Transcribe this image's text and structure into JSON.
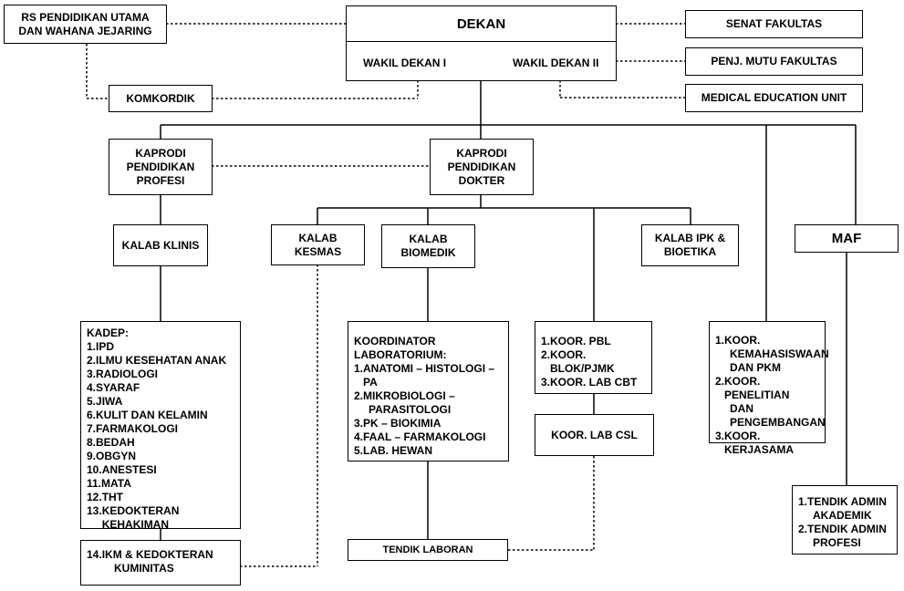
{
  "dekan": {
    "title": "DEKAN",
    "wakil_1": "WAKIL DEKAN I",
    "wakil_2": "WAKIL DEKAN II"
  },
  "rs_pendidikan": [
    "RS PENDIDIKAN UTAMA",
    "DAN WAHANA JEJARING"
  ],
  "senat": "SENAT FAKULTAS",
  "penj_mutu": "PENJ. MUTU FAKULTAS",
  "meu": "MEDICAL EDUCATION UNIT",
  "komkordik": "KOMKORDIK",
  "kaprodi_profesi": [
    "KAPRODI",
    "PENDIDIKAN",
    "PROFESI"
  ],
  "kaprodi_dokter": [
    "KAPRODI",
    "PENDIDIKAN",
    "DOKTER"
  ],
  "kalab_klinis": "KALAB KLINIS",
  "kalab_kesmas": [
    "KALAB",
    "KESMAS"
  ],
  "kalab_biomedik": [
    "KALAB",
    "BIOMEDIK"
  ],
  "kalab_ipk": [
    "KALAB IPK &",
    "BIOETIKA"
  ],
  "maf": "MAF",
  "kadep": {
    "header": "KADEP:",
    "items": [
      {
        "n": "1. ",
        "t": "IPD"
      },
      {
        "n": "2. ",
        "t": "ILMU KESEHATAN ANAK"
      },
      {
        "n": "3. ",
        "t": "RADIOLOGI"
      },
      {
        "n": "4. ",
        "t": "SYARAF"
      },
      {
        "n": "5. ",
        "t": "JIWA"
      },
      {
        "n": "6. ",
        "t": "KULIT DAN KELAMIN"
      },
      {
        "n": "7. ",
        "t": "FARMAKOLOGI"
      },
      {
        "n": "8. ",
        "t": "BEDAH"
      },
      {
        "n": "9. ",
        "t": "OBGYN"
      },
      {
        "n": "10. ",
        "t": "ANESTESI"
      },
      {
        "n": "11. ",
        "t": "MATA"
      },
      {
        "n": "12. ",
        "t": "THT"
      },
      {
        "n": "13. ",
        "t": "KEDOKTERAN KEHAKIMAN"
      }
    ]
  },
  "ikm": {
    "n": "14. ",
    "line1": "IKM & KEDOKTERAN",
    "line2": "KUMINITAS"
  },
  "koordinator_lab": {
    "header": [
      "KOORDINATOR",
      "LABORATORIUM:"
    ],
    "items": [
      {
        "n": "1. ",
        "t": "ANATOMI – HISTOLOGI – PA"
      },
      {
        "n": "2. ",
        "t": "MIKROBIOLOGI –",
        "t2": "PARASITOLOGI"
      },
      {
        "n": "3. ",
        "t": "PK – BIOKIMIA"
      },
      {
        "n": "4. ",
        "t": "FAAL – FARMAKOLOGI"
      },
      {
        "n": "5. ",
        "t": "LAB. HEWAN"
      }
    ]
  },
  "koor_pbl": {
    "items": [
      {
        "n": "1. ",
        "t": "KOOR. PBL"
      },
      {
        "n": "2. ",
        "t": "KOOR. BLOK/PJMK"
      },
      {
        "n": "3. ",
        "t": "KOOR. LAB CBT"
      }
    ]
  },
  "koor_csl": "KOOR. LAB CSL",
  "koor_maf": {
    "items": [
      {
        "n": "1. ",
        "t": "KOOR.",
        "t2": "KEMAHASISWAAN",
        "t3": "DAN PKM"
      },
      {
        "n": "2. ",
        "t": "KOOR. PENELITIAN",
        "t2": "DAN",
        "t3": "PENGEMBANGAN"
      },
      {
        "n": "3. ",
        "t": "KOOR. KERJASAMA"
      }
    ]
  },
  "tendik_laboran": "TENDIK LABORAN",
  "tendik_admin": {
    "items": [
      {
        "n": "1. ",
        "t": "TENDIK ADMIN",
        "t2": "AKADEMIK"
      },
      {
        "n": "2. ",
        "t": "TENDIK ADMIN",
        "t2": "PROFESI"
      }
    ]
  }
}
